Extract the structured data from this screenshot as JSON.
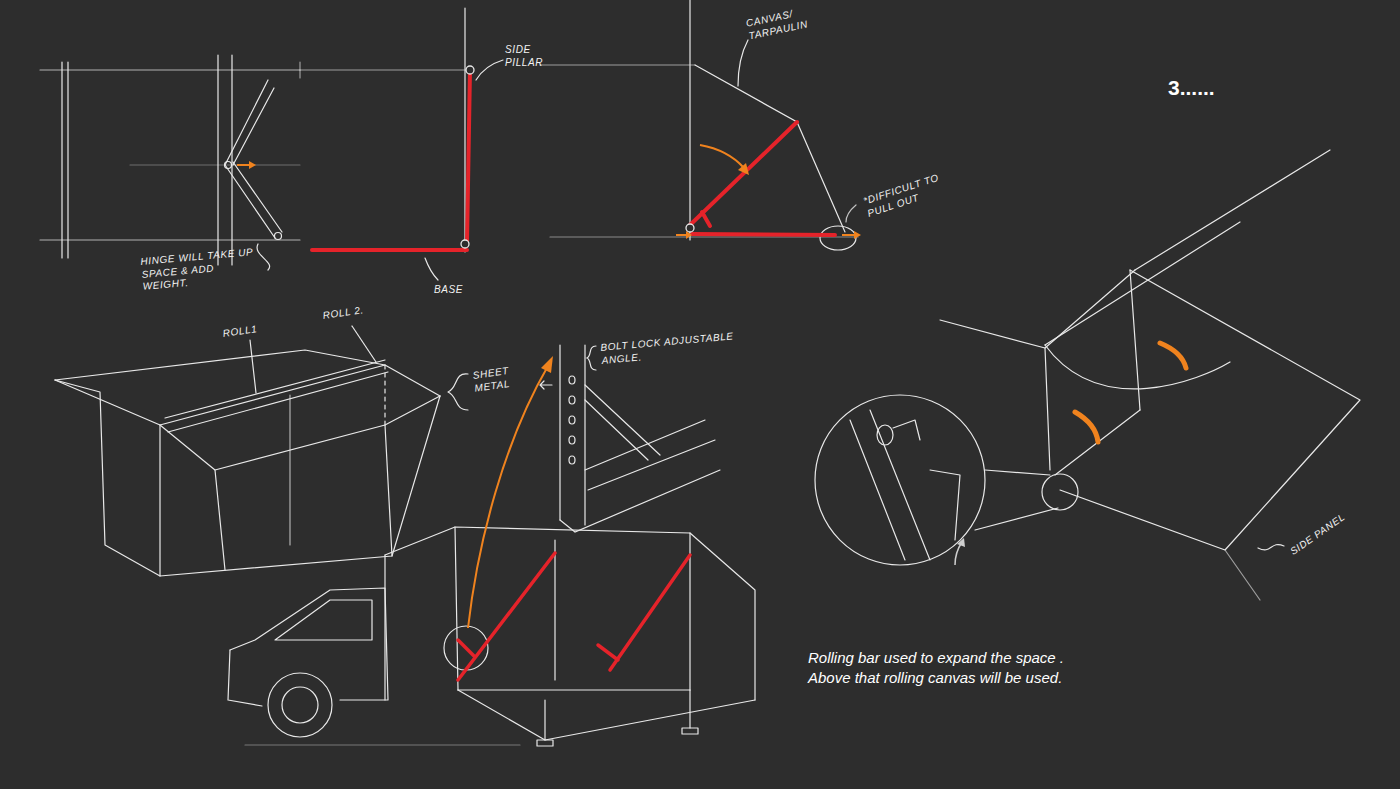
{
  "diagram": {
    "title": "3......",
    "caption": "Rolling bar used to expand the space . Above that rolling canvas will be used.",
    "labels": [
      "HINGE WILL TAKE UP SPACE & ADD WEIGHT.",
      "SIDE PILLAR",
      "BASE",
      "CANVAS/ TARPAULIN",
      "*DIFFICULT TO PULL OUT",
      "ROLL1",
      "ROLL 2.",
      "SHEET METAL",
      "BOLT LOCK ADJUSTABLE ANGLE.",
      "SIDE PANEL"
    ]
  }
}
